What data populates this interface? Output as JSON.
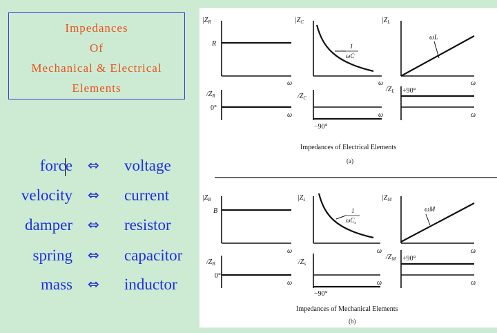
{
  "title_lines": [
    "Impedances",
    "Of",
    "Mechanical & Electrical",
    "Elements"
  ],
  "analogies": [
    {
      "mechanical": "force",
      "arrow": "⇔",
      "electrical": "voltage"
    },
    {
      "mechanical": "velocity",
      "arrow": "⇔",
      "electrical": "current"
    },
    {
      "mechanical": "damper",
      "arrow": "⇔",
      "electrical": "resistor"
    },
    {
      "mechanical": "spring",
      "arrow": "⇔",
      "electrical": "capacitor"
    },
    {
      "mechanical": "mass",
      "arrow": "⇔",
      "electrical": "inductor"
    }
  ],
  "figure": {
    "electrical": {
      "caption": "Impedances of Electrical Elements",
      "sub": "(a)",
      "mag_labels": [
        "|Z",
        "|Z",
        "|Z"
      ],
      "mag_subs": [
        "R",
        "C",
        "L"
      ],
      "phase_subs": [
        "R",
        "C",
        "L"
      ],
      "value_labels": [
        "R",
        "1",
        "ωC",
        "ωL"
      ],
      "phase_values": [
        "0°",
        "−90°",
        "+90°"
      ],
      "omega": "ω"
    },
    "mechanical": {
      "caption": "Impedances of Mechanical Elements",
      "sub": "(b)",
      "mag_subs": [
        "B",
        "s",
        "M"
      ],
      "phase_subs": [
        "B",
        "s",
        "M"
      ],
      "value_labels": [
        "B",
        "1",
        "ωC",
        "s",
        "ωM"
      ],
      "phase_values": [
        "0°",
        "−90°",
        "+90°"
      ],
      "omega": "ω"
    },
    "colors": {
      "line": "#111111",
      "background": "#ffffff"
    }
  }
}
